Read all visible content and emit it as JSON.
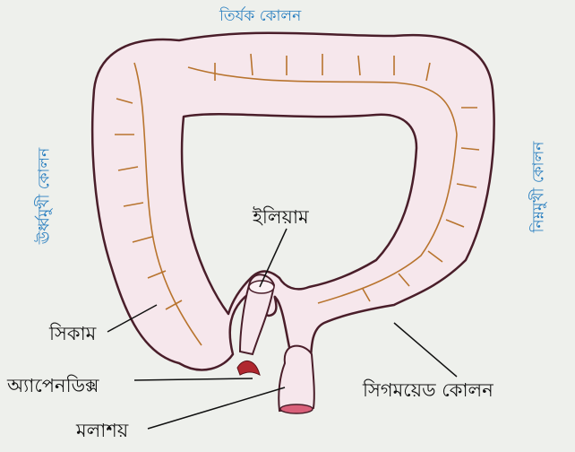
{
  "labels": {
    "transverse_colon": "তির্যক কোলন",
    "ascending_colon": "ঊর্ধ্বমুখী কোলন",
    "descending_colon": "নিম্নমুখী কোলন",
    "ileum": "ইলিয়াম",
    "caecum": "সিকাম",
    "appendix": "অ্যাপেনডিক্স",
    "rectum": "মলাশয়",
    "sigmoid_colon": "সিগময়েড কোলন"
  },
  "colors": {
    "colon_fill": "#f6e7ec",
    "colon_outline": "#4a1e2a",
    "haustra_lines": "#b8742e",
    "label_blue": "#2a7fc0",
    "label_black": "#111111",
    "appendix_red": "#b0282f",
    "background": "#eef0ec"
  }
}
